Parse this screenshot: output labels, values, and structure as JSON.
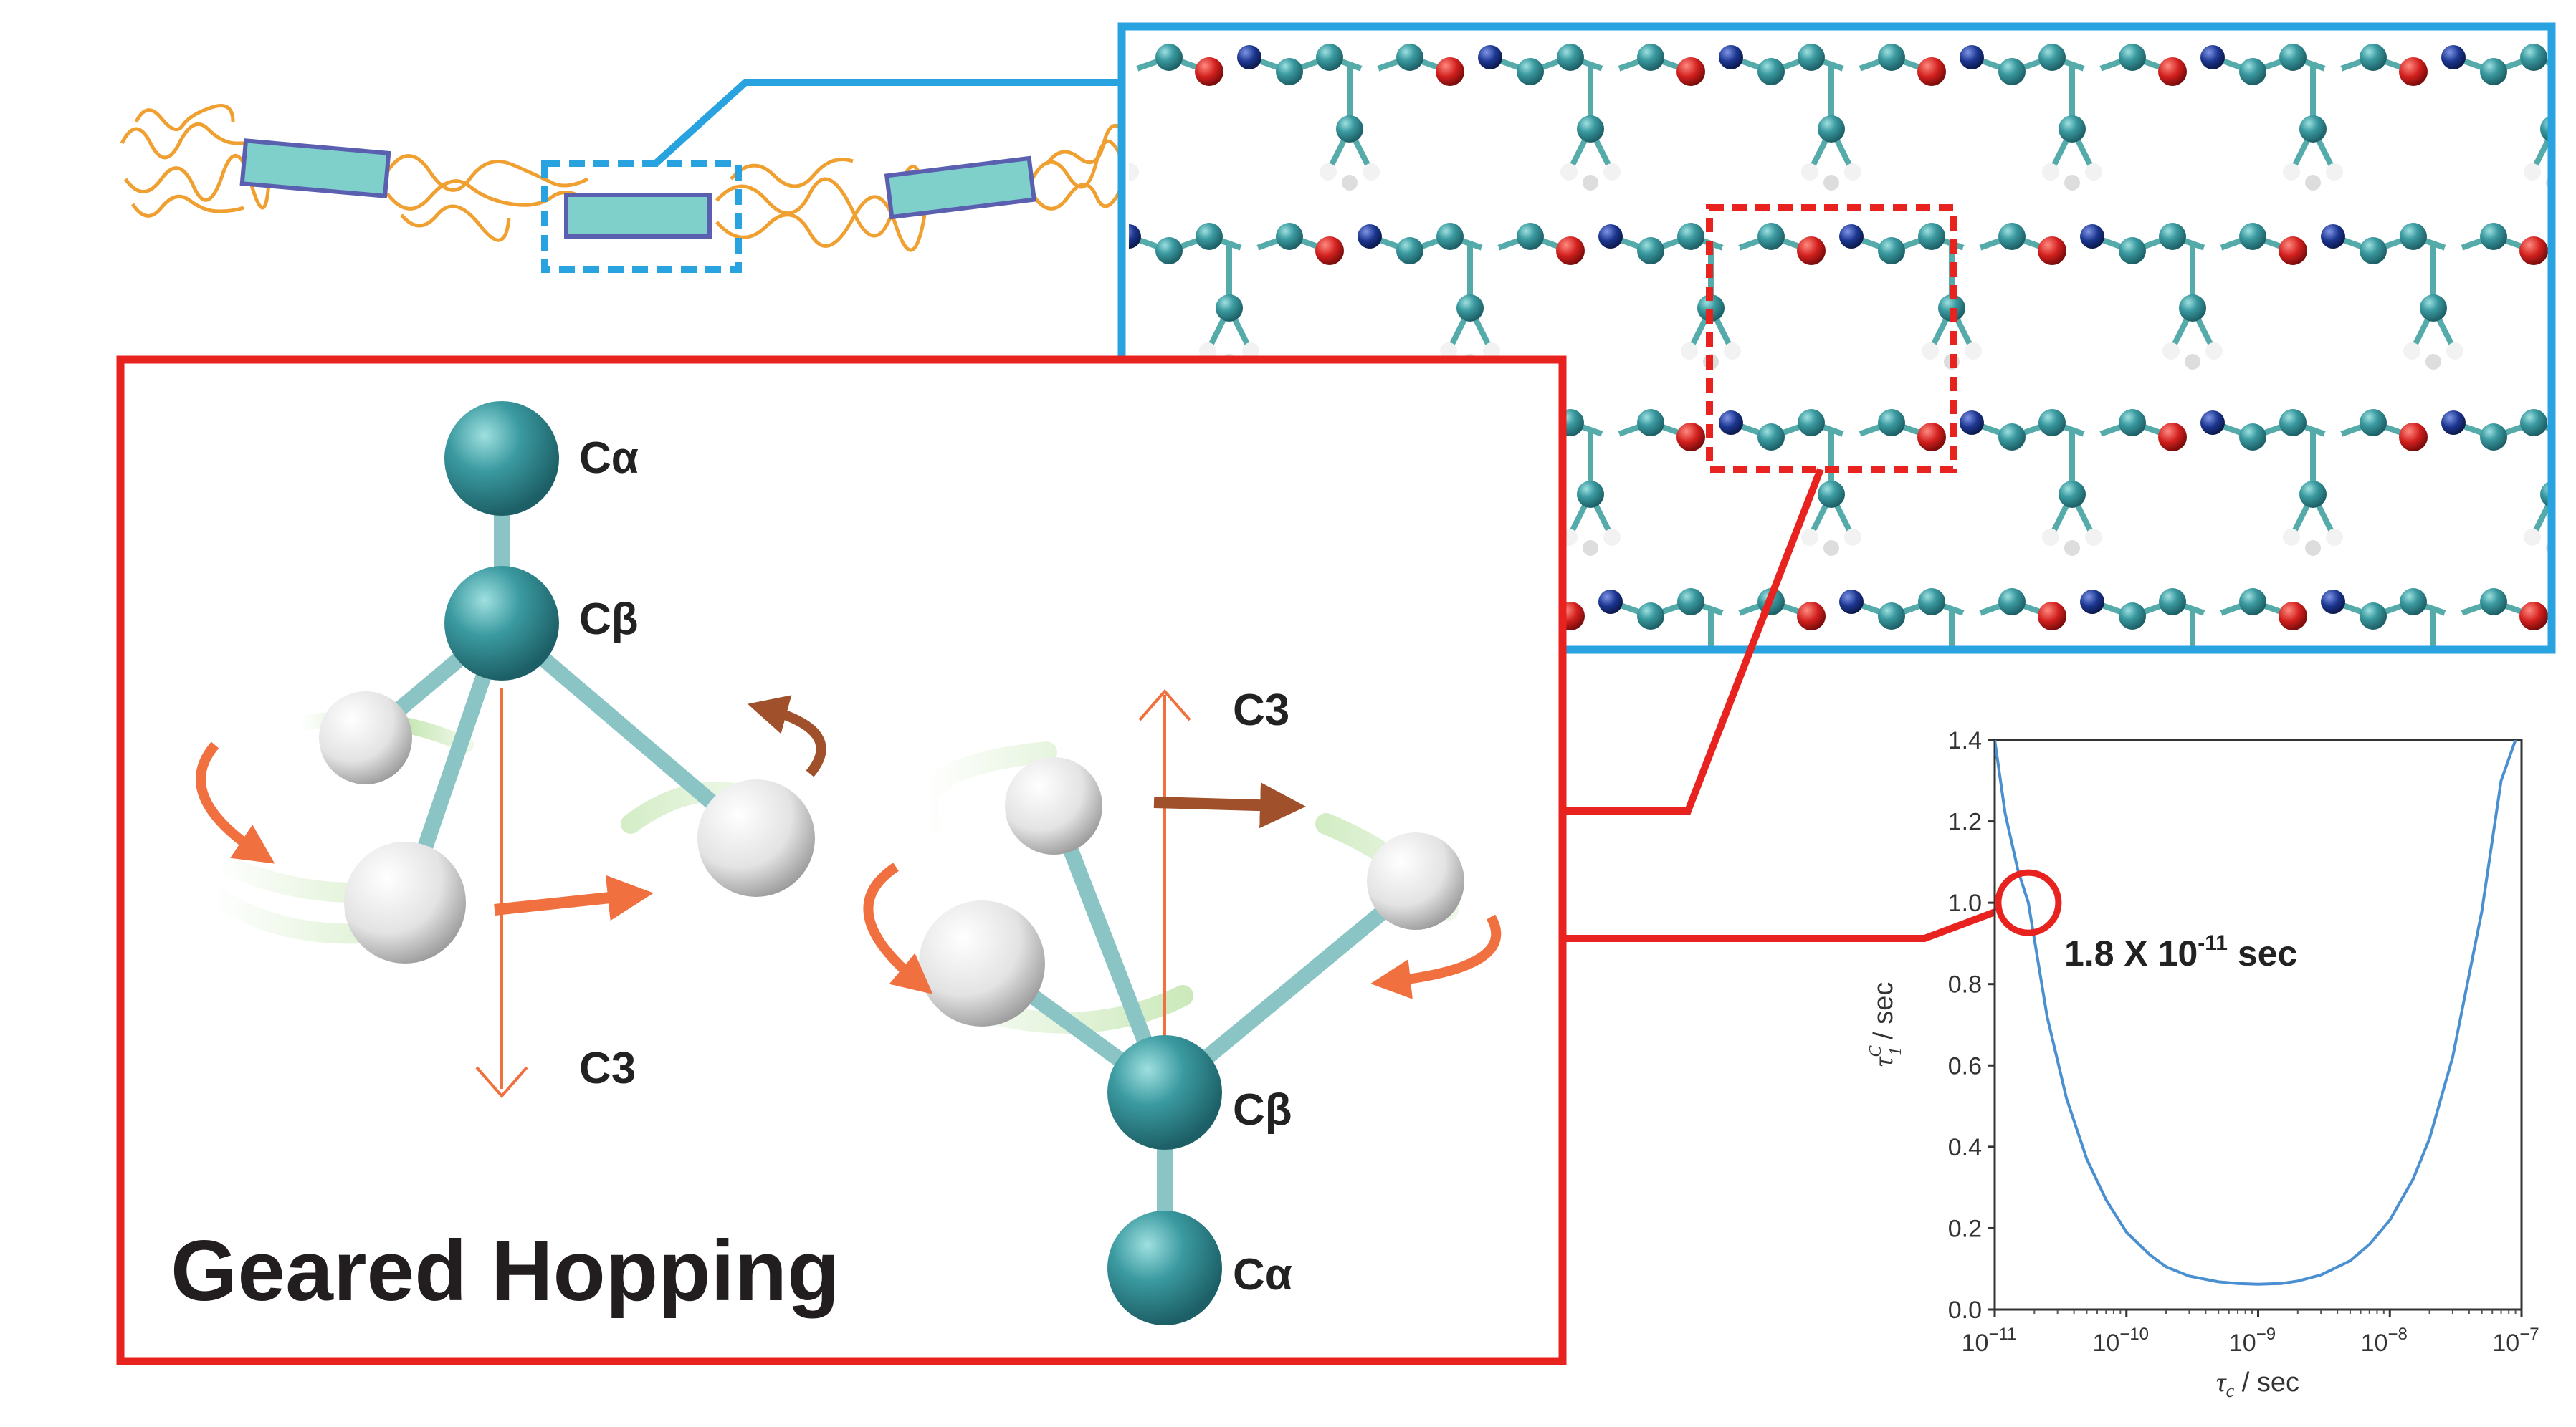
{
  "labels": {
    "c_alpha": "Cα",
    "c_beta": "Cβ",
    "c3": "C3",
    "title": "Geared Hopping",
    "annotation_value": "1.8 X 10",
    "annotation_exp": "-11",
    "annotation_unit": " sec"
  },
  "colors": {
    "blue_box": "#29a3e0",
    "red_box": "#e8231f",
    "teal_atom": "#3a9aa0",
    "white_atom": "#e8e8e8",
    "red_atom": "#d2201e",
    "navy_atom": "#1c3690",
    "strand": "#f0a030",
    "rod": "#7fcfcb",
    "rod_border": "#5a5fb0",
    "curve": "#4a8fd0",
    "arrow_orange": "#f07040",
    "arrow_brown": "#a0502a",
    "swirl_green": "#8ed06a"
  },
  "chart_data": {
    "type": "line",
    "xscale": "log",
    "xlim": [
      1e-11,
      1e-07
    ],
    "ylim": [
      0.0,
      1.4
    ],
    "xlabel_main": "τ",
    "xlabel_sub": "c",
    "xlabel_unit": " / sec",
    "ylabel_main": "τ",
    "ylabel_sup": "C",
    "ylabel_sub": "1",
    "ylabel_unit": " / sec",
    "xticks": [
      {
        "base": "10",
        "exp": "−11",
        "value": 1e-11
      },
      {
        "base": "10",
        "exp": "−10",
        "value": 1e-10
      },
      {
        "base": "10",
        "exp": "−9",
        "value": 1e-09
      },
      {
        "base": "10",
        "exp": "−8",
        "value": 1e-08
      },
      {
        "base": "10",
        "exp": "−7",
        "value": 1e-07
      }
    ],
    "yticks": [
      "0.0",
      "0.2",
      "0.4",
      "0.6",
      "0.8",
      "1.0",
      "1.2",
      "1.4"
    ],
    "series": [
      {
        "x": [
          1e-11,
          1.2e-11,
          1.5e-11,
          1.8e-11,
          2.5e-11,
          3.5e-11,
          5e-11,
          7e-11,
          1e-10,
          1.5e-10,
          2e-10,
          3e-10,
          5e-10,
          7e-10,
          1e-09,
          1.5e-09,
          2e-09,
          3e-09,
          5e-09,
          7e-09,
          1e-08,
          1.5e-08,
          2e-08,
          3e-08,
          5e-08,
          7e-08,
          9e-08
        ],
        "y": [
          1.4,
          1.22,
          1.08,
          1.0,
          0.72,
          0.52,
          0.37,
          0.27,
          0.19,
          0.135,
          0.105,
          0.082,
          0.068,
          0.064,
          0.062,
          0.064,
          0.07,
          0.085,
          0.12,
          0.16,
          0.22,
          0.32,
          0.42,
          0.62,
          0.98,
          1.3,
          1.4
        ]
      }
    ],
    "highlight": {
      "x": 1.8e-11,
      "y": 1.0
    }
  }
}
